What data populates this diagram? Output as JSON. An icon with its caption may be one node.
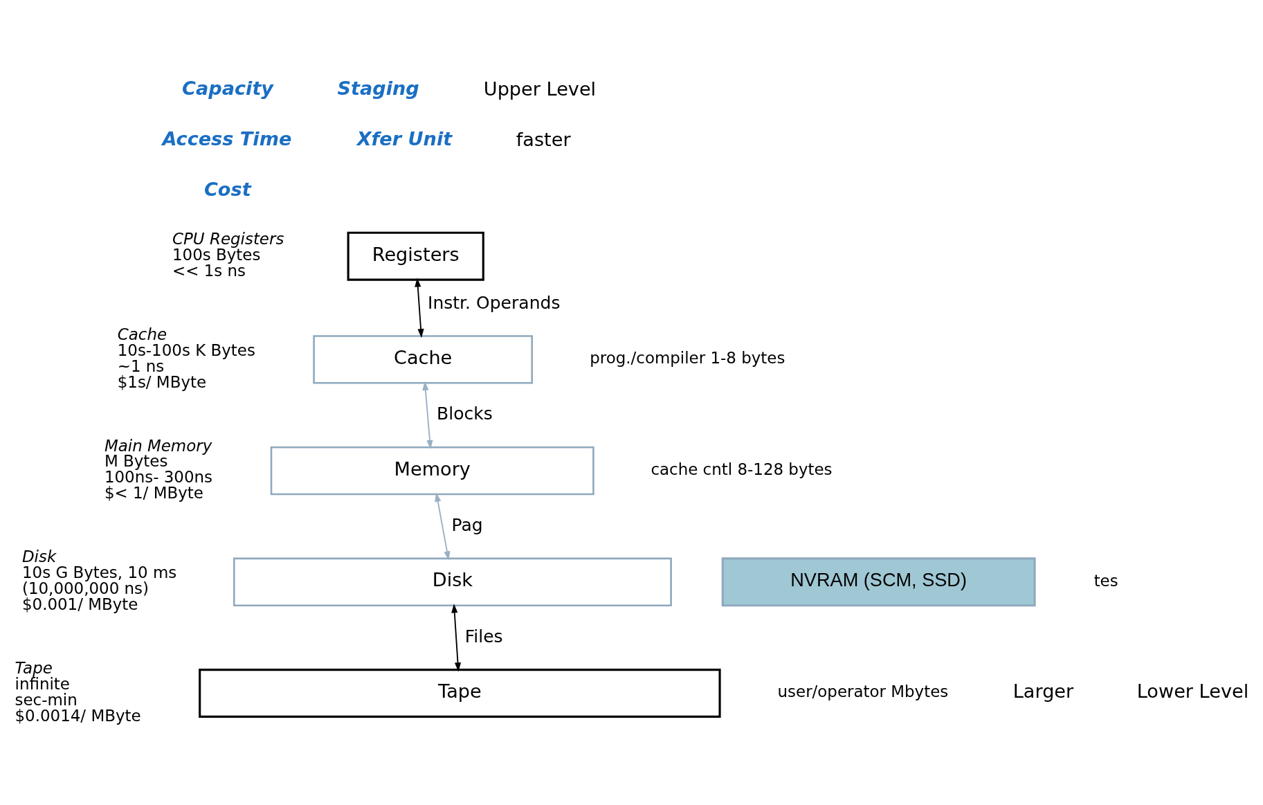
{
  "diagram": {
    "nodes": [
      {
        "text": [
          "Registers"
        ],
        "beside": [
          "CPU Registers",
          "100s Bytes",
          "<< 1s ns"
        ]
      },
      {
        "text": [
          "Cache"
        ],
        "beside": [
          "Cache",
          "10s-100s K Bytes",
          "~1 ns",
          "$1s/ MByte"
        ]
      },
      {
        "text": [
          "Memory"
        ],
        "beside": [
          "Main Memory",
          "M Bytes",
          "100ns- 300ns",
          "$< 1/ MByte"
        ]
      },
      {
        "text": [
          "Disk"
        ],
        "beside": [
          "Disk",
          "10s G Bytes, 10 ms",
          "(10,000,000 ns)",
          "$0.001/ MByte"
        ]
      },
      {
        "text": [
          "Tape"
        ],
        "beside": [
          "Tape",
          "infinite",
          "sec-min",
          "$0.0014/ MByte"
        ]
      },
      {
        "text": [
          "NVRAM (SCM, SSD)"
        ]
      }
    ],
    "edges": [
      {
        "from": 0,
        "to": 1,
        "arrow": "both",
        "label": "Instr. Operands"
      },
      {
        "from": 1,
        "to": 2,
        "arrow": "both",
        "label": "Blocks",
        "color": "#9ab0c4"
      },
      {
        "from": 2,
        "to": 3,
        "arrow": "both",
        "label": "Pag",
        "color": "#9ab0c4"
      },
      {
        "from": 3,
        "to": 4,
        "arrow": "both",
        "label": "Files"
      }
    ],
    "labels": [
      "Capacity",
      "Access Time",
      "Cost",
      "Staging",
      "Xfer Unit",
      "Upper Level",
      "faster",
      "prog./compiler 1-8 bytes",
      "cache cntl 8-128 bytes",
      "tes",
      "user/operator Mbytes",
      "Larger",
      "Lower Level"
    ]
  }
}
